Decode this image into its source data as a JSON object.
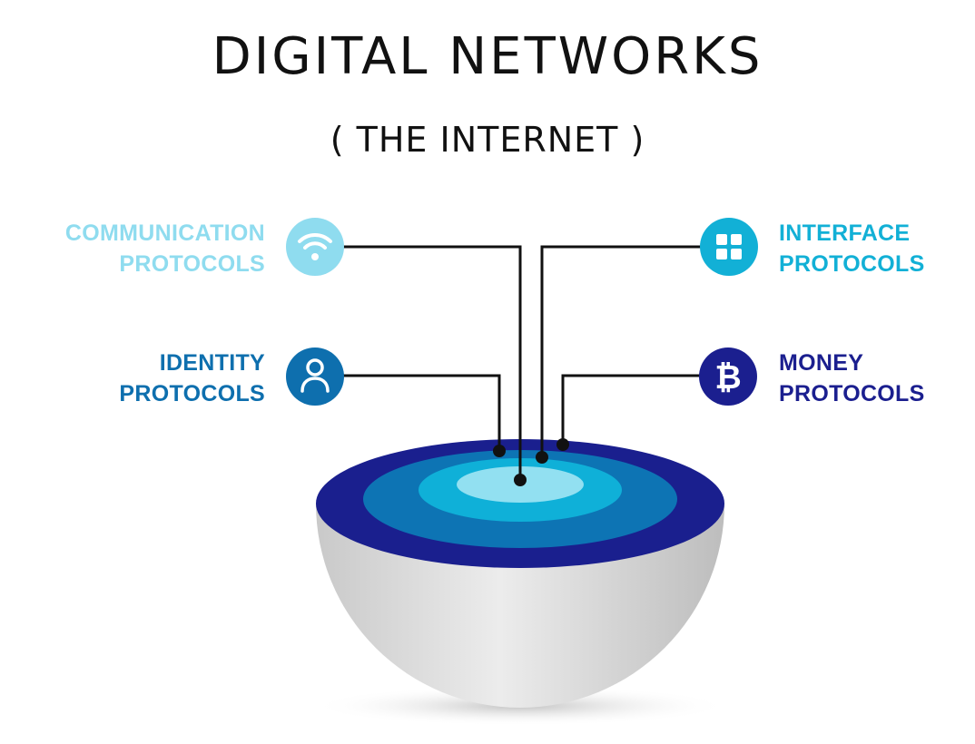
{
  "title": "DIGITAL NETWORKS",
  "subtitle": "( THE INTERNET )",
  "protocols": {
    "communication": {
      "line1": "COMMUNICATION",
      "line2": "PROTOCOLS",
      "color": "#8fdcef",
      "icon": "wifi-icon"
    },
    "interface": {
      "line1": "INTERFACE",
      "line2": "PROTOCOLS",
      "color": "#12b0d6",
      "icon": "grid-icon"
    },
    "identity": {
      "line1": "IDENTITY",
      "line2": "PROTOCOLS",
      "color": "#0e6fae",
      "icon": "user-icon"
    },
    "money": {
      "line1": "MONEY",
      "line2": "PROTOCOLS",
      "color": "#1b1f8f",
      "icon": "bitcoin-icon"
    }
  },
  "layers": {
    "outer": "#1a1f8e",
    "second": "#0d74b4",
    "third": "#0fb0d8",
    "core": "#92e0f1",
    "shell": "#d9d9d9"
  },
  "icon_glyphs": {
    "bitcoin": "₿"
  }
}
